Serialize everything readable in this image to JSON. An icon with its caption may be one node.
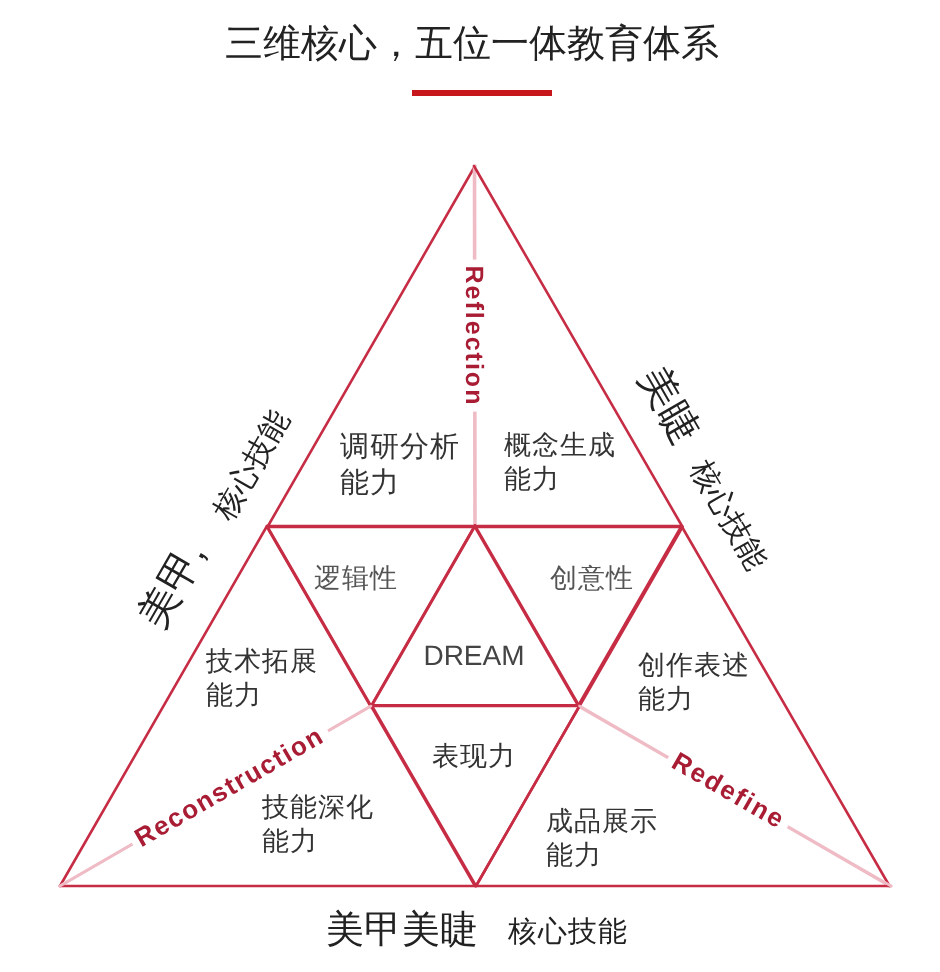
{
  "diagram": {
    "title": "三维核心，五位一体教育体系",
    "nodes": [
      {
        "text": [
          "调研分析能力"
        ]
      },
      {
        "text": [
          "概念生成能力"
        ]
      },
      {
        "text": [
          "逻辑性"
        ]
      },
      {
        "text": [
          "创意性"
        ]
      },
      {
        "text": [
          "技术拓展能力"
        ]
      },
      {
        "text": [
          "DREAM"
        ]
      },
      {
        "text": [
          "创作表述能力"
        ]
      },
      {
        "text": [
          "表现力"
        ]
      },
      {
        "text": [
          "技能深化能力"
        ]
      },
      {
        "text": [
          "成品展示能力"
        ]
      }
    ],
    "labels": [
      "Reflection",
      "美甲,",
      "核心技能",
      "美睫",
      "核心技能",
      "Reconstruction",
      "Redefine",
      "美甲美睫",
      "核心技能"
    ]
  }
}
